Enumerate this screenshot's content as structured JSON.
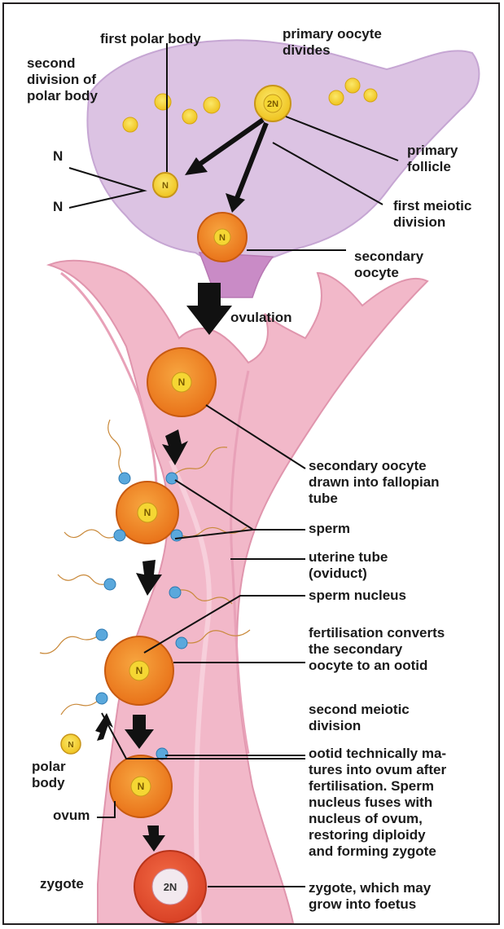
{
  "labels": {
    "first_polar_body": "first polar body",
    "primary_oocyte_divides": "primary oocyte\ndivides",
    "second_division": "second\ndivision of\npolar body",
    "n_upper": "N",
    "n_lower": "N",
    "primary_follicle": "primary\nfollicle",
    "first_meiotic": "first meiotic\ndivision",
    "secondary_oocyte": "secondary\noocyte",
    "ovulation": "ovulation",
    "drawn_into_tube": "secondary oocyte\ndrawn into fallopian\ntube",
    "sperm": "sperm",
    "uterine_tube": "uterine tube\n(oviduct)",
    "sperm_nucleus": "sperm nucleus",
    "fertilisation": "fertilisation converts\nthe secondary\noocyte to an ootid",
    "second_meiotic": "second meiotic\ndivision",
    "polar_body": "polar\nbody",
    "ootid_matures": "ootid technically ma-\ntures into ovum after\nfertilisation. Sperm\nnucleus fuses with\nnucleus of ovum,\nrestoring diploidy\nand forming zygote",
    "ovum": "ovum",
    "zygote": "zygote",
    "zygote_foetus": "zygote, which may\ngrow into foetus"
  },
  "cell_marks": {
    "haploid": "N",
    "diploid": "2N"
  },
  "colors": {
    "ovary": "#dcc3e3",
    "tube": "#f2b8c9",
    "oocyte_orange": "#f08a1e",
    "nucleus_yellow": "#f5d633",
    "sperm_blue": "#5aa8dc",
    "zygote_red": "#e8502e"
  }
}
